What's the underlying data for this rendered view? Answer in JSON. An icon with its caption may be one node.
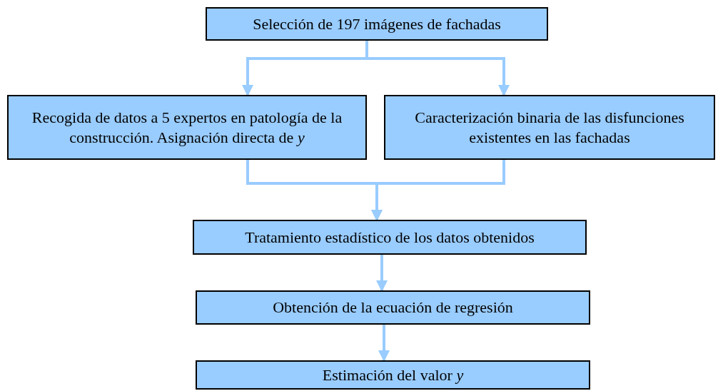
{
  "diagram": {
    "nodes": [
      {
        "text": [
          "Selección de 197 imágenes de fachadas"
        ]
      },
      {
        "text": [
          "Recogida de datos a 5 expertos en patología de la construcción. Asignación directa de *y*"
        ]
      },
      {
        "text": [
          "Caracterización binaria de las disfunciones existentes en las fachadas"
        ]
      },
      {
        "text": [
          "Tratamiento estadístico de los datos obtenidos"
        ]
      },
      {
        "text": [
          "Obtención de la ecuación de regresión"
        ]
      },
      {
        "text": [
          "Estimación del valor *y*"
        ]
      }
    ],
    "edges": [
      {
        "from": 0,
        "to": 1,
        "arrow": "to"
      },
      {
        "from": 0,
        "to": 2,
        "arrow": "to"
      },
      {
        "from": 1,
        "to": 3,
        "arrow": "to"
      },
      {
        "from": 2,
        "to": 3,
        "arrow": "to"
      },
      {
        "from": 3,
        "to": 4,
        "arrow": "to"
      },
      {
        "from": 4,
        "to": 5,
        "arrow": "to"
      }
    ]
  }
}
